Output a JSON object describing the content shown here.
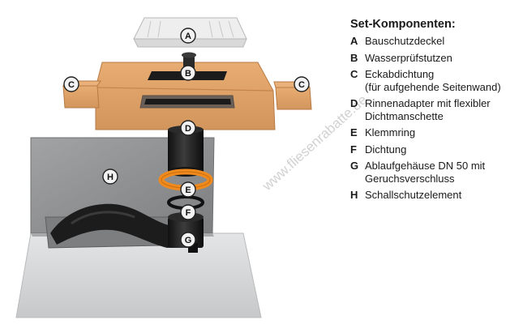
{
  "legend": {
    "title": "Set-Komponenten:",
    "items": [
      {
        "key": "A",
        "lines": [
          "Bauschutzdeckel"
        ]
      },
      {
        "key": "B",
        "lines": [
          "Wasserprüfstutzen"
        ]
      },
      {
        "key": "C",
        "lines": [
          "Eckabdichtung",
          "(für aufgehende Seitenwand)"
        ]
      },
      {
        "key": "D",
        "lines": [
          "Rinnenadapter mit flexibler",
          "Dichtmanschette"
        ]
      },
      {
        "key": "E",
        "lines": [
          "Klemmring"
        ]
      },
      {
        "key": "F",
        "lines": [
          "Dichtung"
        ]
      },
      {
        "key": "G",
        "lines": [
          "Ablaufgehäuse DN 50 mit",
          "Geruchsverschluss"
        ]
      },
      {
        "key": "H",
        "lines": [
          "Schallschutzelement"
        ]
      }
    ]
  },
  "markers": [
    "A",
    "B",
    "C",
    "C",
    "D",
    "E",
    "F",
    "G",
    "H"
  ],
  "watermark": "www.fliesenrabatte.de",
  "colors": {
    "membrane": "#e2a36a",
    "membrane_dark": "#c7844d",
    "wall": "#8f9091",
    "floor": "#d6d7d8",
    "ring": "#f08a1c",
    "pipe": "#1e1e1e",
    "marker_fill": "#f2f2f2"
  }
}
